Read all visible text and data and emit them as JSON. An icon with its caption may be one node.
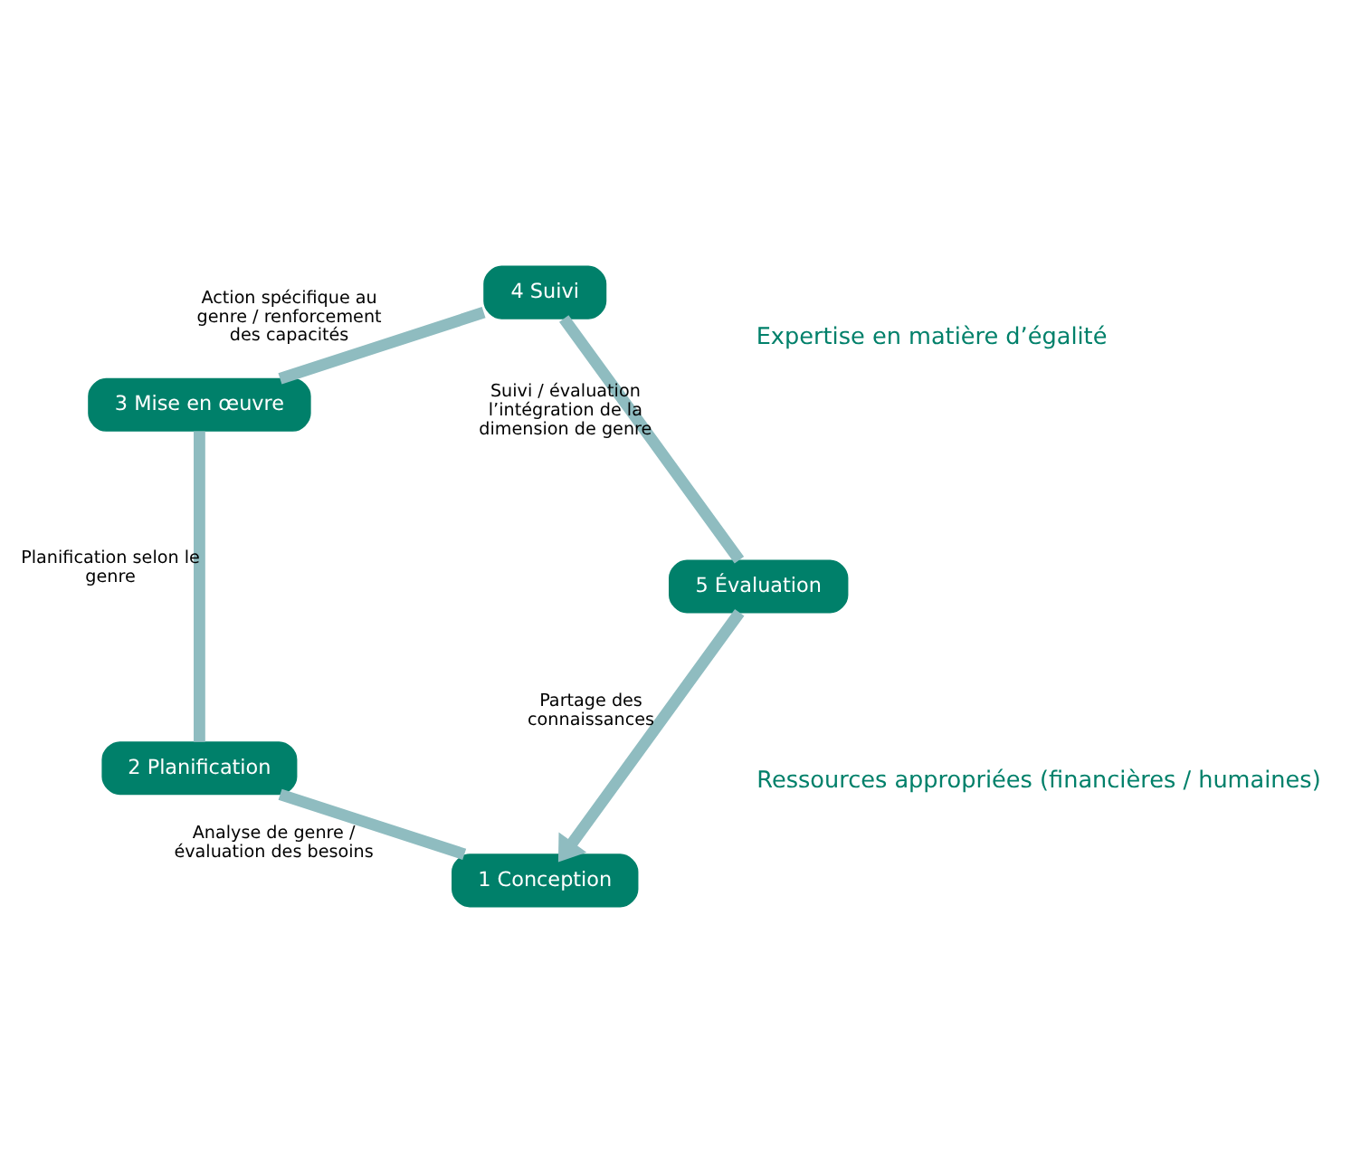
{
  "diagram": {
    "nodes": [
      {
        "text": [
          "1 Conception"
        ]
      },
      {
        "text": [
          "2 Planification"
        ]
      },
      {
        "text": [
          "3 Mise en œuvre"
        ]
      },
      {
        "text": [
          "4 Suivi"
        ]
      },
      {
        "text": [
          "5 Évaluation"
        ]
      }
    ],
    "edges": [
      {
        "from": 0,
        "to": 1,
        "arrow": "none",
        "label": "Analyse de genre / évaluation des besoins"
      },
      {
        "from": 1,
        "to": 2,
        "arrow": "none",
        "label": "Planification selon le genre"
      },
      {
        "from": 2,
        "to": 3,
        "arrow": "none",
        "label": "Action spécifique au genre / renforcement des capacités"
      },
      {
        "from": 3,
        "to": 4,
        "arrow": "none",
        "label": "Suivi / évaluation l’intégration de la dimension de genre"
      },
      {
        "from": 4,
        "to": 0,
        "arrow": "to",
        "label": "Partage des connaissances"
      }
    ],
    "labels": [
      "Expertise en matière d’égalité",
      "Ressources appropriées (financières / humaines)"
    ]
  }
}
